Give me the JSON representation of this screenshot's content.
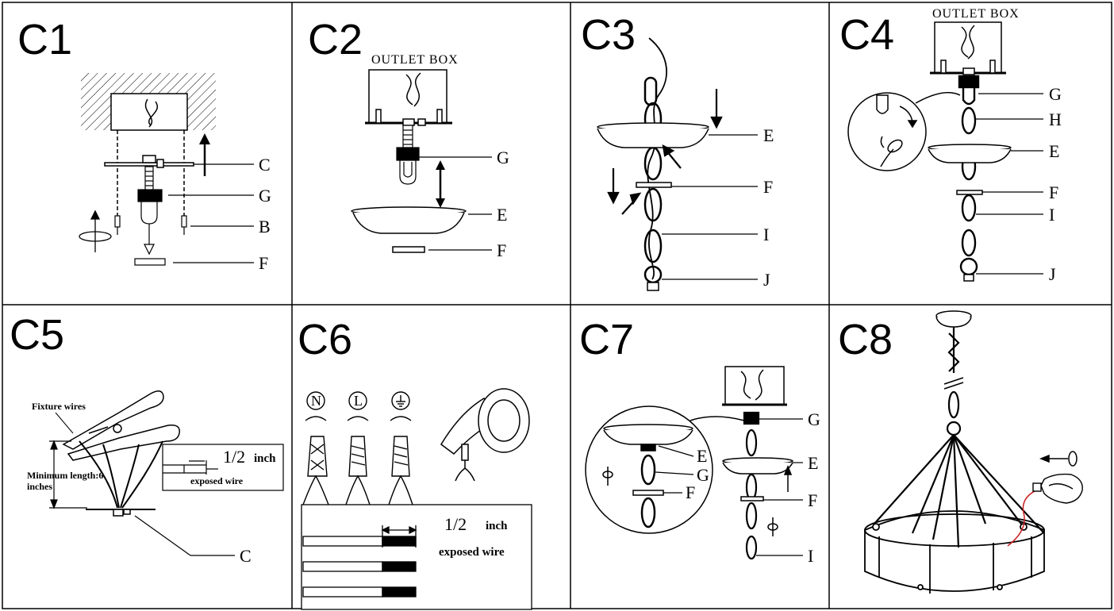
{
  "panels": [
    {
      "id": "C1",
      "callouts": {
        "c": "C",
        "g": "G",
        "b": "B",
        "f": "F"
      }
    },
    {
      "id": "C2",
      "outlet": "OUTLET BOX",
      "callouts": {
        "g": "G",
        "e": "E",
        "f": "F"
      }
    },
    {
      "id": "C3",
      "callouts": {
        "e": "E",
        "f": "F",
        "i": "I",
        "j": "J"
      }
    },
    {
      "id": "C4",
      "outlet": "OUTLET BOX",
      "callouts": {
        "g": "G",
        "h": "H",
        "e": "E",
        "f": "F",
        "i": "I",
        "j": "J"
      }
    },
    {
      "id": "C5",
      "fixture_wires": "Fixture wires",
      "min_length_1": "Minimum length:6",
      "min_length_2": "inches",
      "half_inch": "1/2",
      "inch": "inch",
      "exposed_wire": "exposed wire",
      "callouts": {
        "c": "C"
      }
    },
    {
      "id": "C6",
      "symbols": {
        "n": "N",
        "l": "L"
      },
      "half_inch": "1/2",
      "inch": "inch",
      "exposed_wire": "exposed wire"
    },
    {
      "id": "C7",
      "callouts": {
        "g": "G",
        "e": "E",
        "f": "F",
        "i": "I",
        "e_zoom": "E",
        "g_zoom": "G",
        "f_zoom": "F"
      }
    },
    {
      "id": "C8"
    }
  ],
  "colors": {
    "line": "#000000",
    "accent_wire": "#cc2222"
  }
}
